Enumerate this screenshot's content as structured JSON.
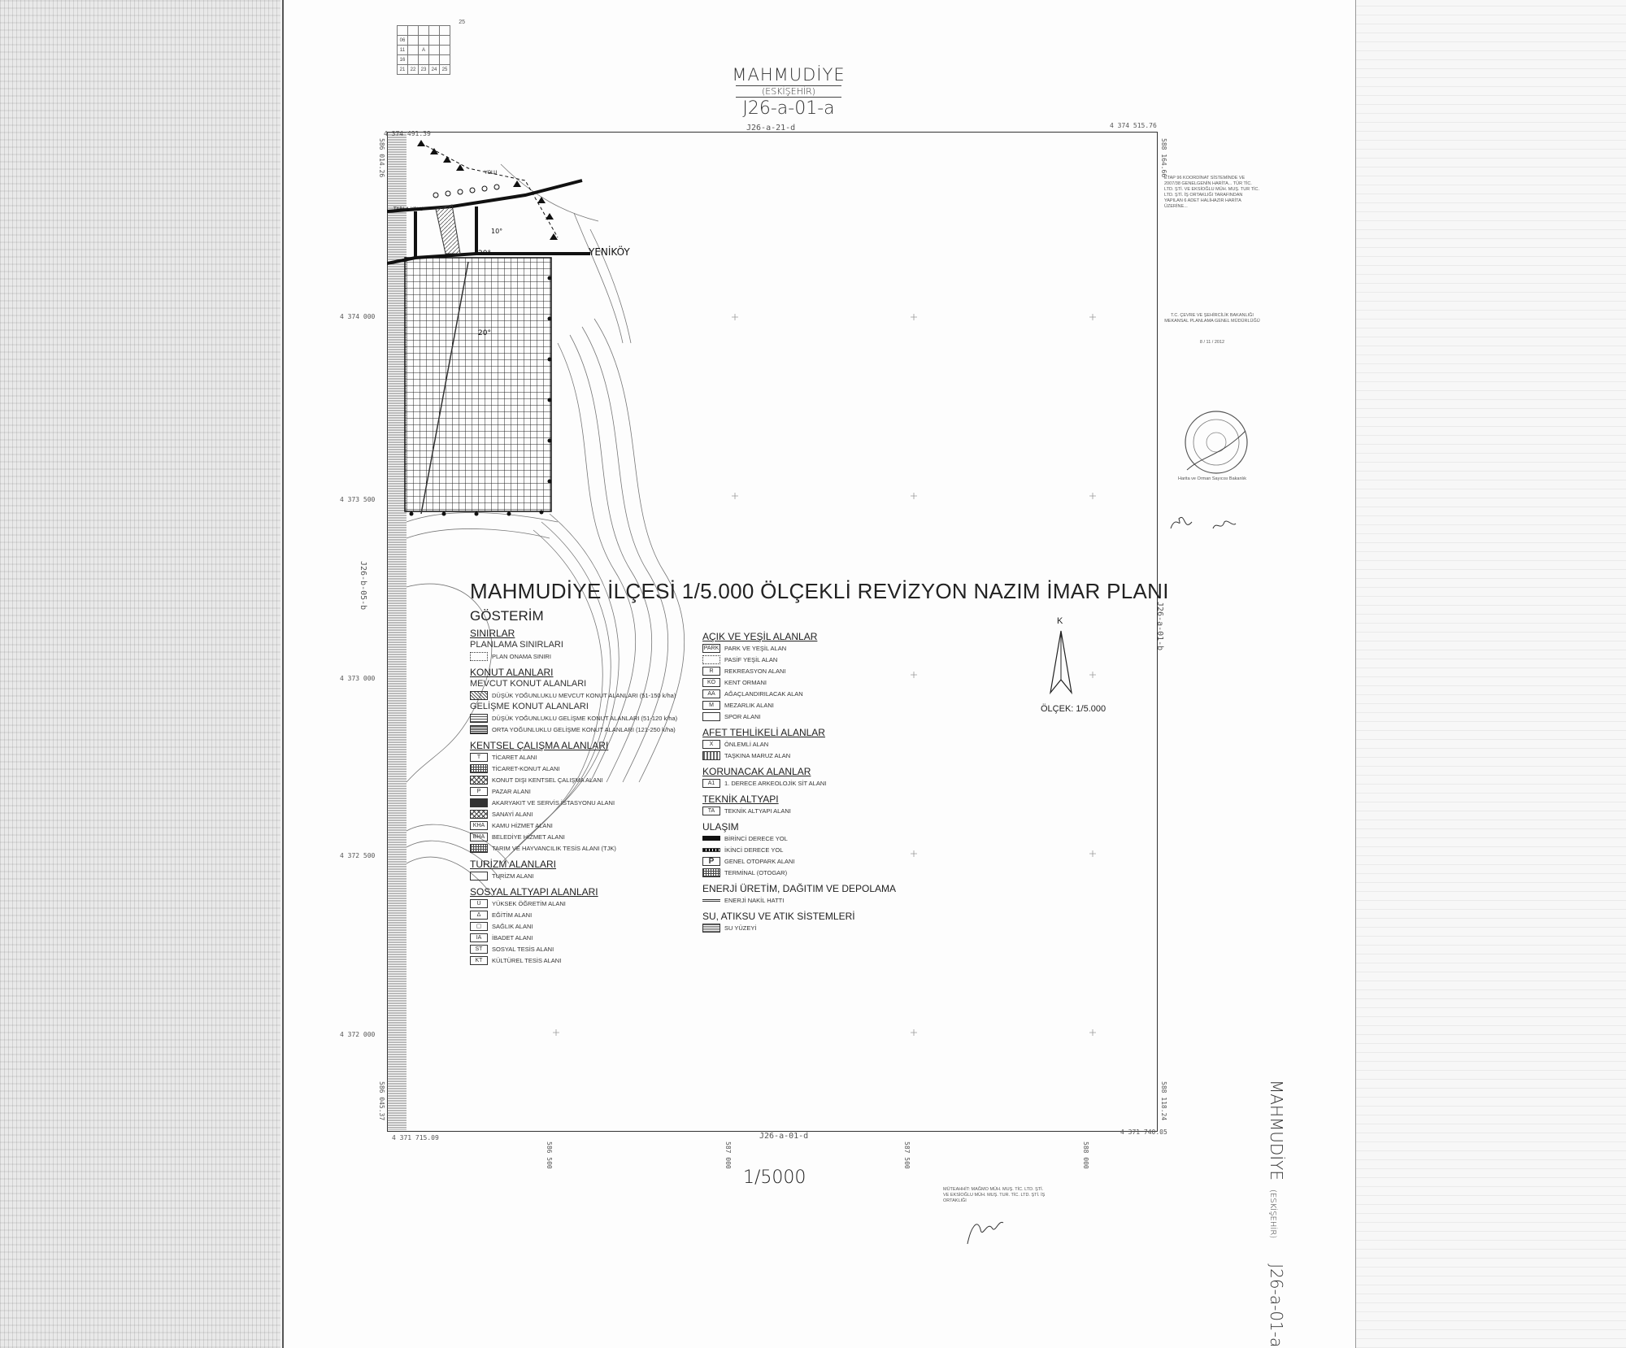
{
  "sheet": {
    "place": "MAHMUDİYE",
    "province": "(ESKİŞEHİR)",
    "sheet_no": "J26-a-01-a",
    "top_neighbor": "J26-a-21-d",
    "bottom_neighbor": "J26-a-01-d",
    "left_neighbor": "J26-b-05-b",
    "right_neighbor": "J26-a-01-b",
    "scale_text": "1/5000",
    "index_grid": {
      "top_label": "25",
      "rows": [
        [
          "",
          "",
          "",
          "",
          ""
        ],
        [
          "06",
          "",
          "",
          "",
          ""
        ],
        [
          "11",
          "",
          "A",
          "",
          ""
        ],
        [
          "16",
          "",
          "",
          "",
          ""
        ],
        [
          "21",
          "22",
          "23",
          "24",
          "25"
        ]
      ]
    }
  },
  "coords": {
    "top_left": "4 374 491.39",
    "top_right": "4 374 515.76",
    "bottom_left": "4 371 715.09",
    "bottom_right": "4 371 740.05",
    "left_top_vertical": "586 014.26",
    "right_top_vertical": "588 164.66",
    "left_bottom_vertical": "586 045.37",
    "right_bottom_vertical": "588 118.24",
    "northings": [
      "4 374 000",
      "4 373 500",
      "4 373 000",
      "4 372 500",
      "4 372 000"
    ],
    "eastings_bottom": [
      "586 500",
      "587 000",
      "587 500",
      "588 000"
    ]
  },
  "map_labels": {
    "road_1": "YENİKÖY",
    "road_2": "TARLA YOLU",
    "road_3": "YOLU",
    "density_1": "20°",
    "density_2": "10°",
    "density_3": "20°"
  },
  "title": "MAHMUDİYE İLÇESİ 1/5.000 ÖLÇEKLİ REVİZYON NAZIM İMAR PLANI",
  "legend_heading": "GÖSTERİM",
  "north_letter": "K",
  "scale_label": "ÖLÇEK: 1/5.000",
  "legend_left": [
    {
      "section": "SINIRLAR",
      "items": [
        {
          "label": "PLANLAMA SINIRLARI",
          "big": true,
          "sym": "none"
        },
        {
          "label": "PLAN ONAMA SINIRI",
          "sym": "dots"
        }
      ]
    },
    {
      "section": "KONUT ALANLARI",
      "items": [
        {
          "label": "MEVCUT KONUT ALANLARI",
          "big": true,
          "sym": "none"
        },
        {
          "label": "DÜŞÜK YOĞUNLUKLU MEVCUT KONUT ALANLARI (51-150 k/ha)",
          "sym": "hatch"
        },
        {
          "label": "GELİŞME KONUT ALANLARI",
          "big": true,
          "sym": "none"
        },
        {
          "label": "DÜŞÜK YOĞUNLUKLU GELİŞME KONUT ALANLARI (51-120 k/ha)",
          "sym": "lines"
        },
        {
          "label": "ORTA YOĞUNLUKLU GELİŞME KONUT ALANLARI (121-250 k/ha)",
          "sym": "lines2"
        }
      ]
    },
    {
      "section": "KENTSEL ÇALIŞMA ALANLARI",
      "items": [
        {
          "label": "TİCARET ALANI",
          "sym": "T"
        },
        {
          "label": "TİCARET-KONUT ALANI",
          "sym": "grid"
        },
        {
          "label": "KONUT DIŞI KENTSEL ÇALIŞMA ALANI",
          "sym": "cross"
        },
        {
          "label": "PAZAR ALANI",
          "sym": "P"
        },
        {
          "label": "AKARYAKIT VE SERVİS İSTASYONU ALANI",
          "sym": "dark"
        },
        {
          "label": "SANAYİ ALANI",
          "sym": "cross"
        },
        {
          "label": "KAMU HİZMET ALANI",
          "sym": "KHA"
        },
        {
          "label": "BELEDİYE HİZMET ALANI",
          "sym": "BHA"
        },
        {
          "label": "TARIM VE HAYVANCILIK TESİS ALANI (TJK)",
          "sym": "grid"
        }
      ]
    },
    {
      "section": "TURİZM ALANLARI",
      "items": [
        {
          "label": "TURİZM ALANI",
          "sym": "blank"
        }
      ]
    },
    {
      "section": "SOSYAL ALTYAPI ALANLARI",
      "items": [
        {
          "label": "YÜKSEK ÖĞRETİM ALANI",
          "sym": "Ü"
        },
        {
          "label": "EĞİTİM ALANI",
          "sym": "Δ"
        },
        {
          "label": "SAĞLIK ALANI",
          "sym": "sq"
        },
        {
          "label": "İBADET ALANI",
          "sym": "İA"
        },
        {
          "label": "SOSYAL TESİS ALANI",
          "sym": "ST"
        },
        {
          "label": "KÜLTÜREL TESİS ALANI",
          "sym": "KT"
        }
      ]
    }
  ],
  "legend_right": [
    {
      "section": "AÇIK VE YEŞİL ALANLAR",
      "items": [
        {
          "label": "PARK VE YEŞİL ALAN",
          "sym": "PARK"
        },
        {
          "label": "PASİF YEŞİL ALAN",
          "sym": "dots"
        },
        {
          "label": "REKREASYON ALANI",
          "sym": "R"
        },
        {
          "label": "KENT ORMANI",
          "sym": "KO"
        },
        {
          "label": "AĞAÇLANDIRILACAK ALAN",
          "sym": "AA"
        },
        {
          "label": "MEZARLIK ALANI",
          "sym": "M"
        },
        {
          "label": "SPOR ALANI",
          "sym": "blank"
        }
      ]
    },
    {
      "section": "AFET TEHLİKELİ ALANLAR",
      "items": [
        {
          "label": "ÖNLEMLİ ALAN",
          "sym": "X"
        },
        {
          "label": "TAŞKINA MARUZ ALAN",
          "sym": "wave"
        }
      ]
    },
    {
      "section": "KORUNACAK ALANLAR",
      "items": [
        {
          "label": "1. DERECE ARKEOLOJİK SİT ALANI",
          "sym": "A1"
        }
      ]
    },
    {
      "section": "TEKNİK ALTYAPI",
      "items": [
        {
          "label": "TEKNİK ALTYAPI ALANI",
          "sym": "TA"
        }
      ]
    },
    {
      "section": "ULAŞIM",
      "plain": true,
      "items": [
        {
          "label": "BİRİNCİ DERECE YOL",
          "sym": "road1"
        },
        {
          "label": "İKİNCİ DERECE YOL",
          "sym": "road2"
        },
        {
          "label": "GENEL OTOPARK ALANI",
          "sym": "Pbig"
        },
        {
          "label": "TERMİNAL (OTOGAR)",
          "sym": "grid"
        }
      ]
    },
    {
      "section": "ENERJİ ÜRETİM, DAĞITIM VE DEPOLAMA",
      "plain": true,
      "items": [
        {
          "label": "ENERJİ NAKİL HATTI",
          "sym": "line"
        }
      ]
    },
    {
      "section": "SU, ATIKSU VE ATIK SİSTEMLERİ",
      "plain": true,
      "items": [
        {
          "label": "SU YÜZEYİ",
          "sym": "water"
        }
      ]
    }
  ],
  "stamps": {
    "top_right_note": "ETAP 96 KOORDİNAT SİSTEMİNDE VE 2007/38 GENELGENİN HARİTA... TÜR TİC. LTD. ŞTİ. VE EKSİOĞLU MÜH. MUŞ. TUR TİC. LTD. ŞTİ. İŞ ORTAKLIĞI TARAFINDAN YAPILAN 6 ADET HALİHAZIR HARİTA ÜZERİNE...",
    "ministry": "T.C. ÇEVRE VE ŞEHİRCİLİK BAKANLIĞI MEKANSAL PLANLAMA GENEL MÜDÜRLÜĞÜ",
    "date": "8 / 11 / 2012",
    "seal_caption": "Harita ve Orman Sayıcısı Bakanlık",
    "bottom_note": "MÜTEAHHİT: MAĞMO MÜH. MUŞ. TİC. LTD. ŞTİ. VE EKSİOĞLU MÜH. MUŞ. TUR. TİC. LTD. ŞTİ. İŞ ORTAKLIĞI"
  },
  "side_title": {
    "place": "MAHMUDİYE",
    "province": "(ESKİŞEHİR)",
    "sheet_no": "J26-a-01-a"
  }
}
